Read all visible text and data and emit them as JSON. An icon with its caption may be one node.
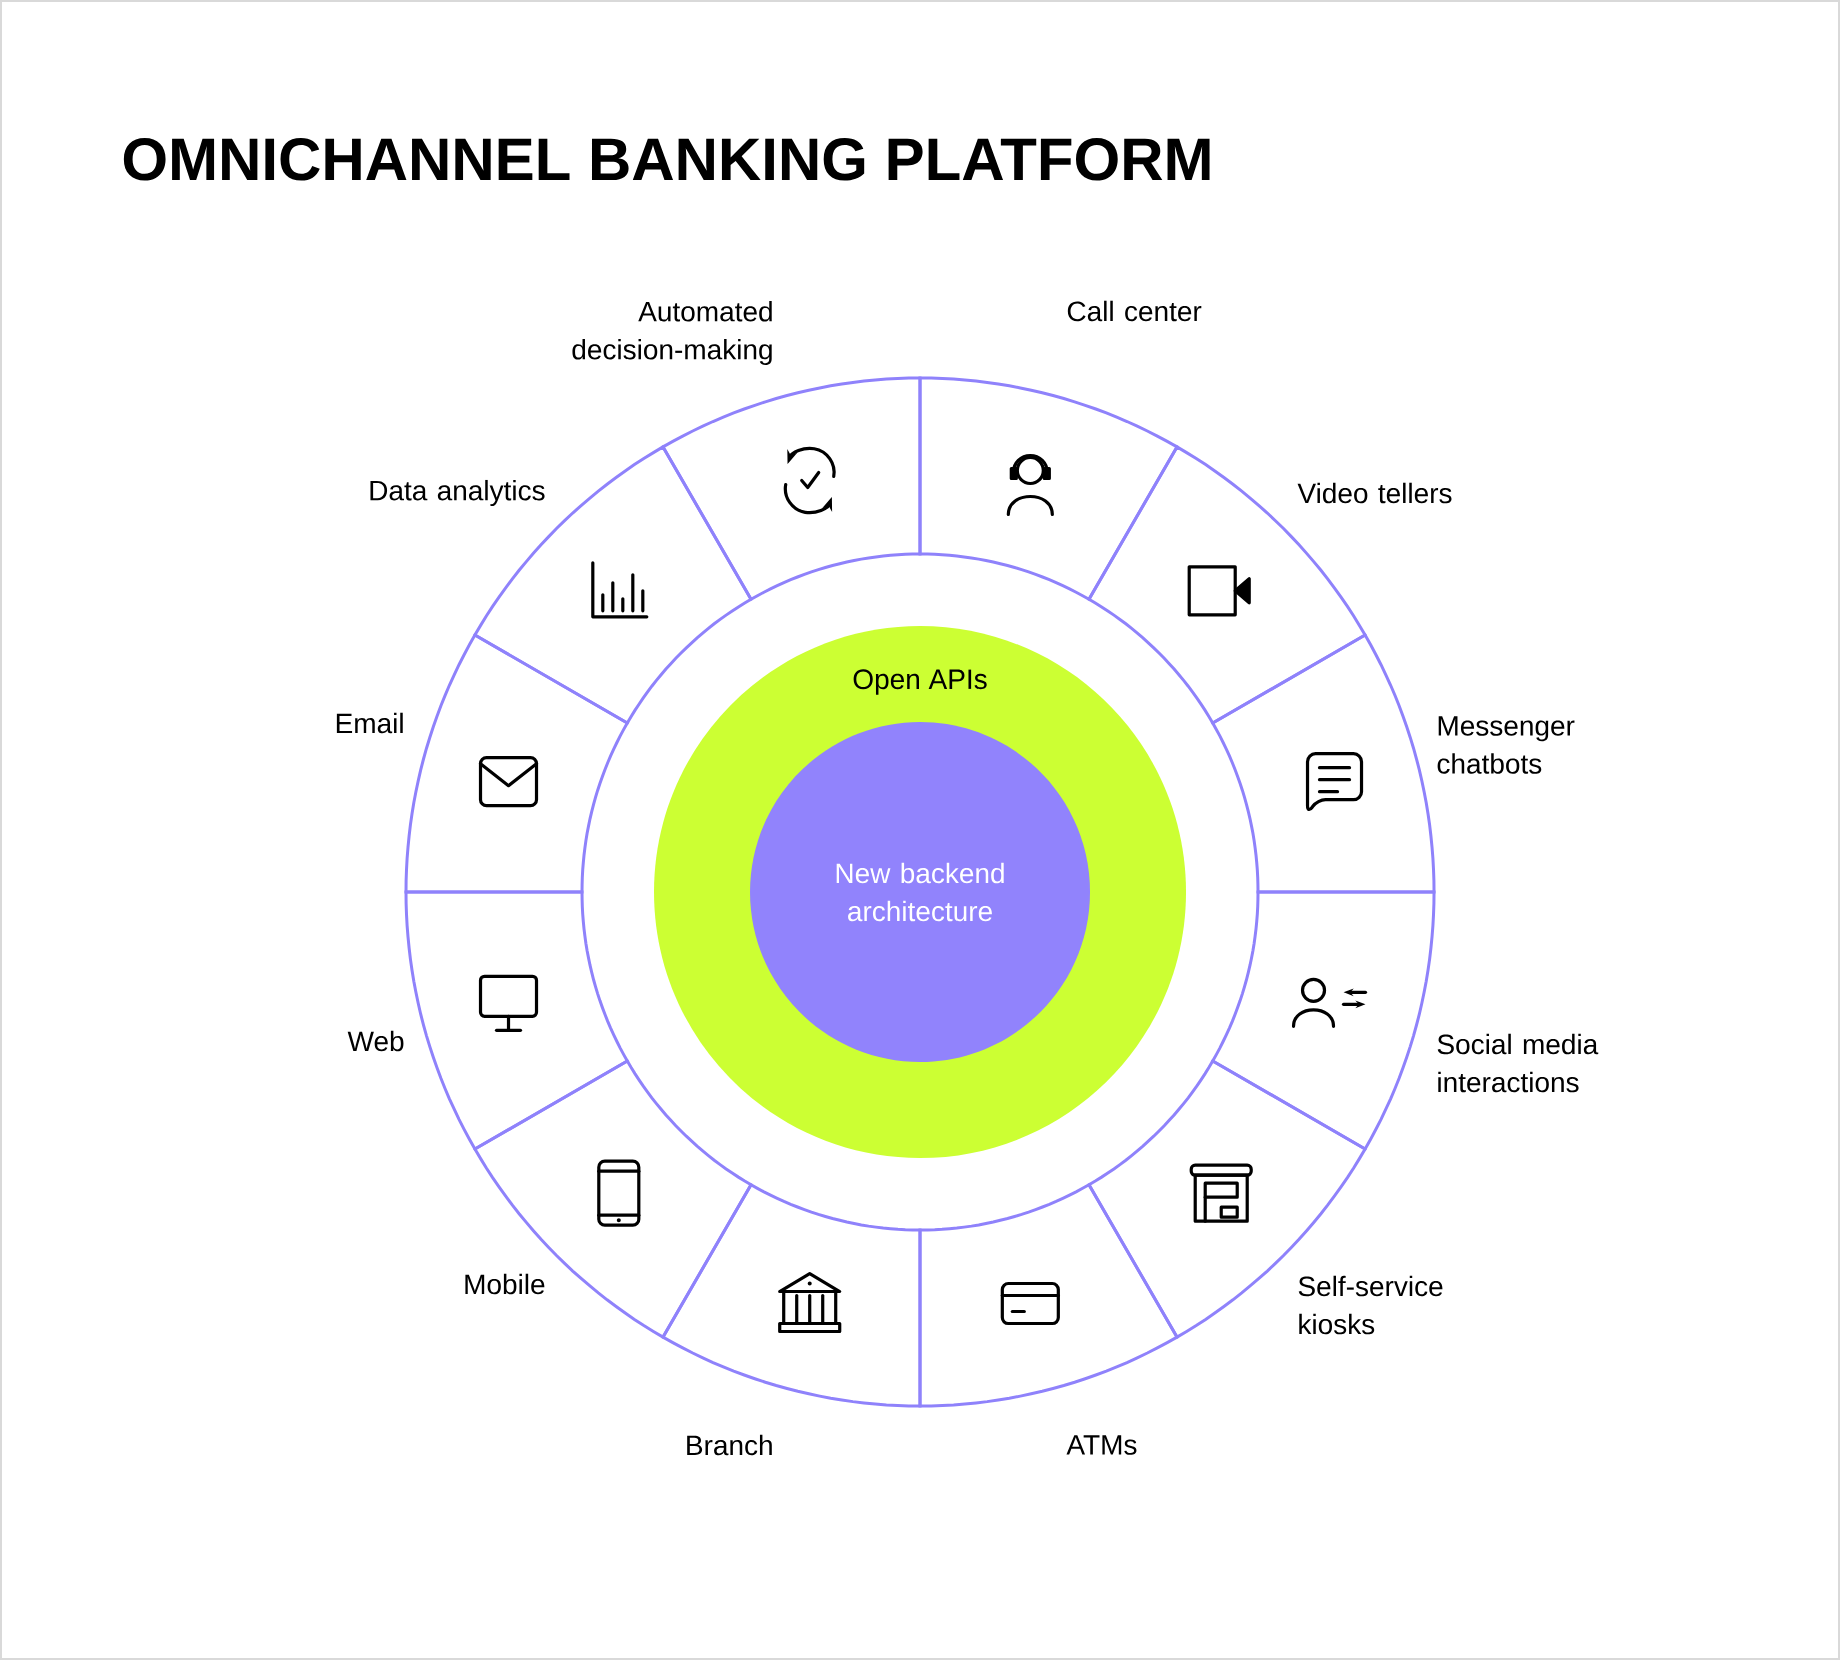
{
  "diagram": {
    "title": "OMNICHANNEL BANKING PLATFORM",
    "nodes": [
      {
        "text": [
          "Open APIs"
        ]
      },
      {
        "text": [
          "New backend architecture"
        ],
        "in": 0
      },
      {
        "text": [
          "Automated decision-making"
        ]
      },
      {
        "text": [
          "Call center"
        ]
      },
      {
        "text": [
          "Data analytics"
        ]
      },
      {
        "text": [
          "Video tellers"
        ]
      },
      {
        "text": [
          "Email"
        ]
      },
      {
        "text": [
          "Messenger chatbots"
        ]
      },
      {
        "text": [
          "Web"
        ]
      },
      {
        "text": [
          "Social media interactions"
        ]
      },
      {
        "text": [
          "Mobile"
        ]
      },
      {
        "text": [
          "Self-service kiosks"
        ]
      },
      {
        "text": [
          "Branch"
        ]
      },
      {
        "text": [
          "ATMs"
        ]
      }
    ]
  }
}
